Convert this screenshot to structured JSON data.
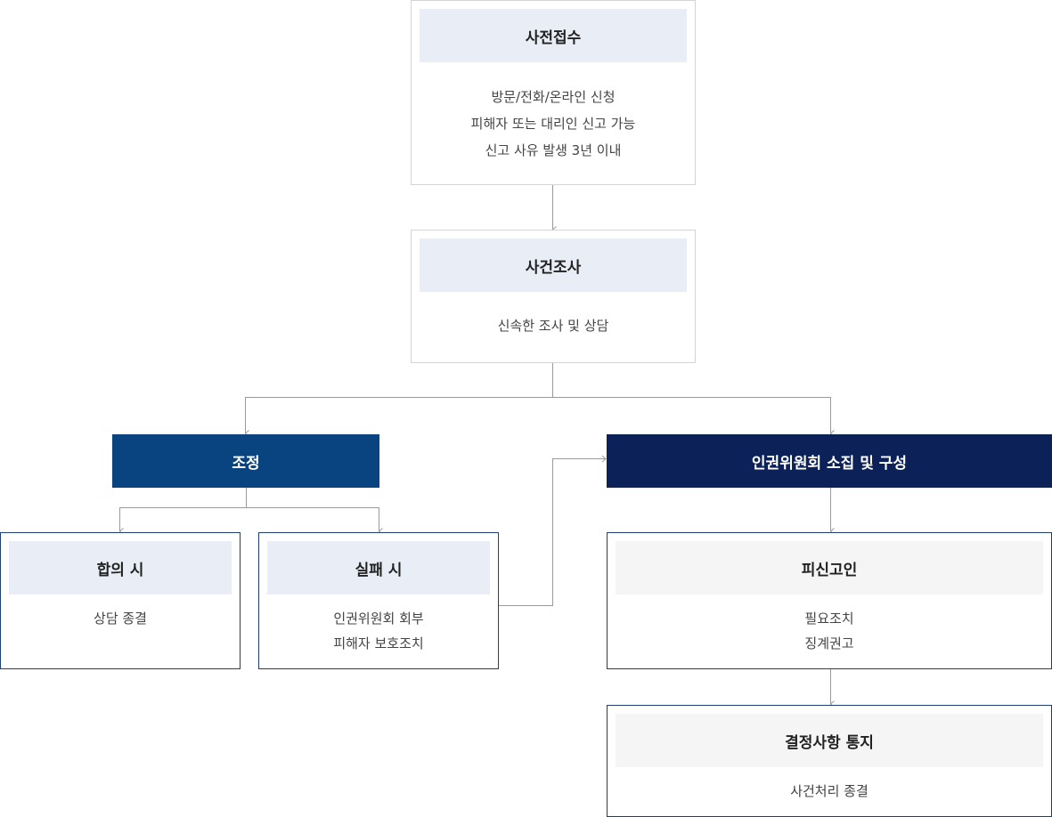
{
  "colors": {
    "connector": "#9a9a9a",
    "mediation_banner": "#0a4480",
    "committee_banner": "#0b2158",
    "box_border_navy": "#1f3f6e",
    "box_border_gray": "#d4d4d4",
    "header_blue": "#e9eef6",
    "header_grey": "#f5f5f5"
  },
  "steps": {
    "intake": {
      "title": "사전접수",
      "lines": [
        "방문/전화/온라인 신청",
        "피해자 또는 대리인 신고 가능",
        "신고 사유 발생 3년 이내"
      ]
    },
    "investigation": {
      "title": "사건조사",
      "lines": [
        "신속한 조사 및 상담"
      ]
    },
    "mediation": {
      "label": "조정"
    },
    "committee": {
      "label": "인권위원회 소집 및 구성"
    },
    "agreement": {
      "title": "합의 시",
      "lines": [
        "상담 종결"
      ]
    },
    "failure": {
      "title": "실패 시",
      "lines": [
        "인권위원회 회부",
        "피해자 보호조치"
      ]
    },
    "accused": {
      "title": "피신고인",
      "lines": [
        "필요조치",
        "징계권고"
      ]
    },
    "decision": {
      "title": "결정사항 통지",
      "lines": [
        "사건처리 종결"
      ]
    }
  }
}
